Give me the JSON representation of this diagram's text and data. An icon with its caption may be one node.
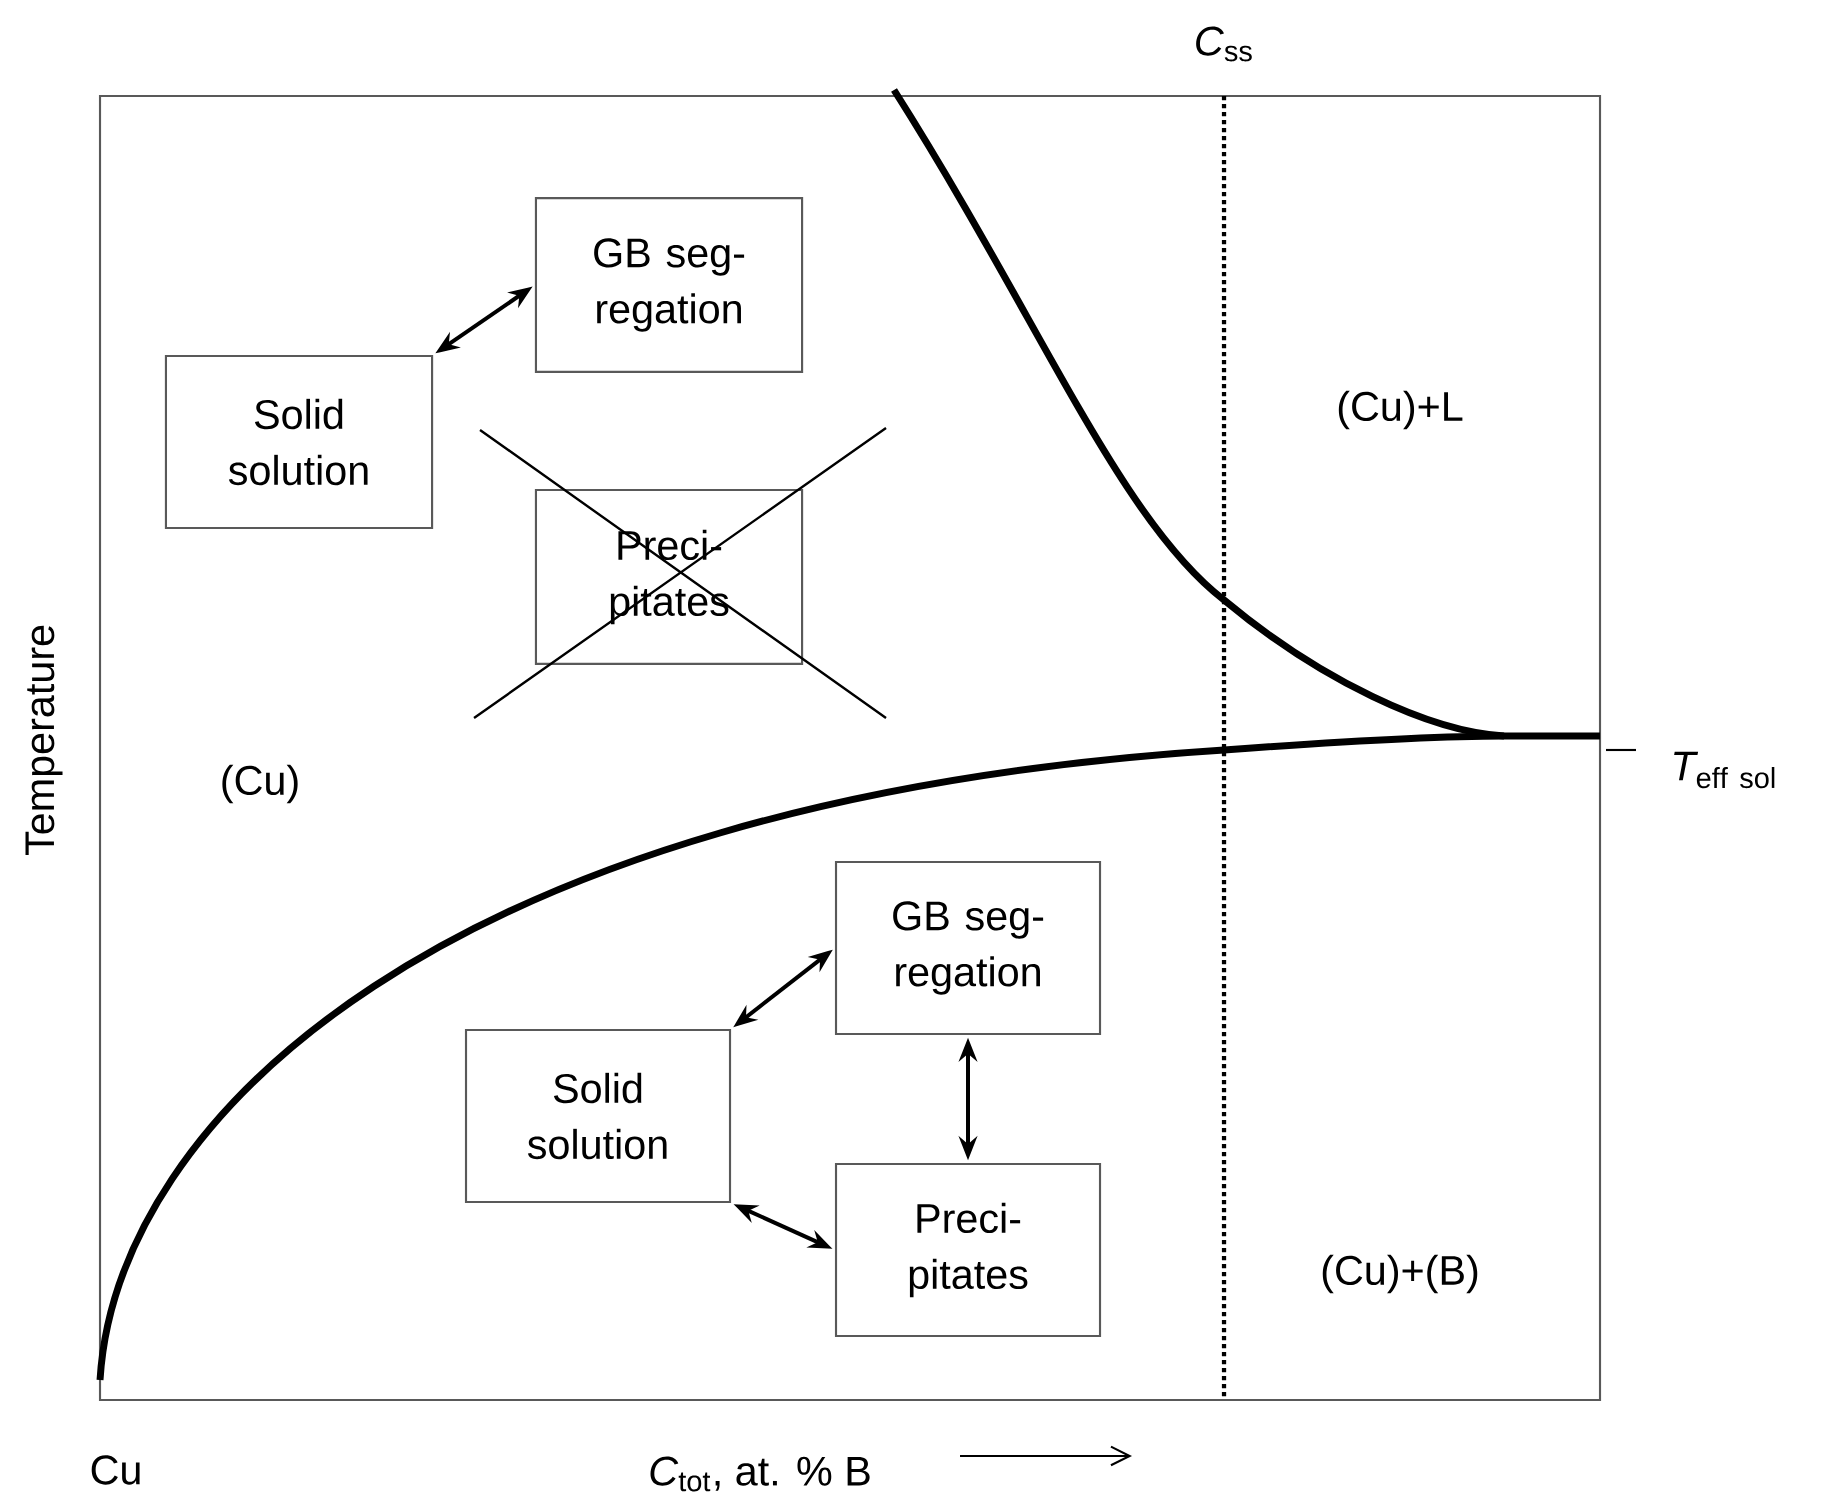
{
  "diagram": {
    "nodes": [
      {
        "text": [
          "Solid solution"
        ]
      },
      {
        "text": [
          "GB seg- regation"
        ]
      },
      {
        "text": [
          "Preci- pitates"
        ]
      },
      {
        "text": [
          "Solid solution"
        ]
      },
      {
        "text": [
          "GB seg- regation"
        ]
      },
      {
        "text": [
          "Preci- pitates"
        ]
      }
    ],
    "edges": [
      {
        "from": 0,
        "to": 1,
        "arrow": "both"
      },
      {
        "from": 3,
        "to": 4,
        "arrow": "both"
      },
      {
        "from": 4,
        "to": 5,
        "arrow": "both"
      },
      {
        "from": 3,
        "to": 5,
        "arrow": "both"
      }
    ],
    "labels": [
      "*C*$_{ss}$",
      "(Cu)+L",
      "(Cu)",
      "\\mathit{T}_{\\mathrm{eff\\ sol}}",
      "Temperature",
      "(Cu)+(B)",
      "Cu",
      "*C*$_{tot}$, at. % B"
    ]
  }
}
